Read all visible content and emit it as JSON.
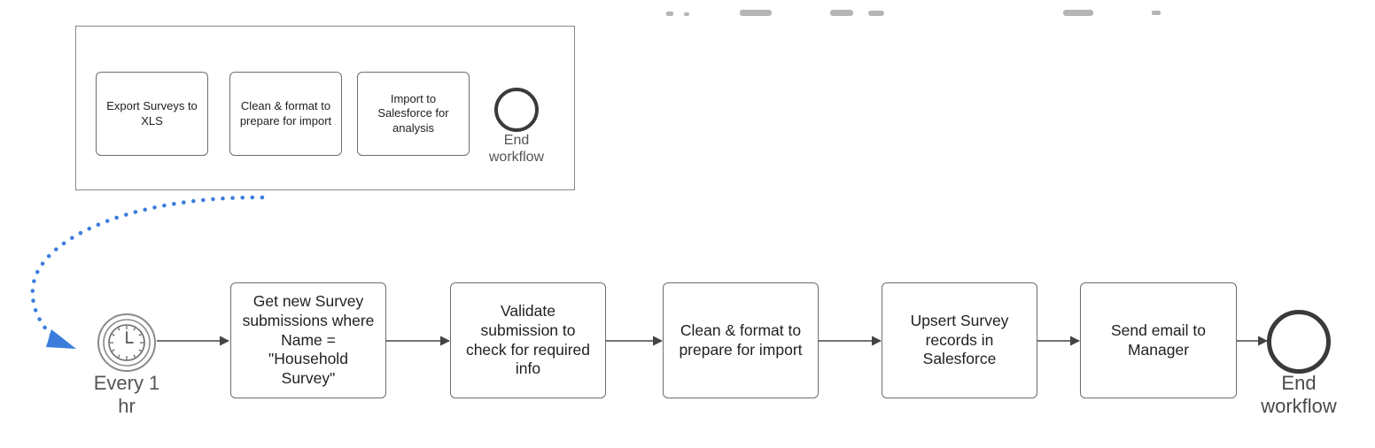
{
  "diagram": {
    "inset_flow": {
      "steps": [
        {
          "label": "Export Surveys to XLS"
        },
        {
          "label": "Clean & format to prepare for import"
        },
        {
          "label": "Import to Salesforce for analysis"
        }
      ],
      "end_event": {
        "label": "End workflow"
      }
    },
    "main_flow": {
      "start_event": {
        "label": "Every 1 hr",
        "icon": "clock-icon"
      },
      "steps": [
        {
          "label": "Get new Survey submissions where Name = \"Household Survey\""
        },
        {
          "label": "Validate submission to check for required info"
        },
        {
          "label": "Clean & format to prepare for import"
        },
        {
          "label": "Upsert Survey records in Salesforce"
        },
        {
          "label": "Send email to Manager"
        }
      ],
      "end_event": {
        "label": "End workflow"
      }
    },
    "colors": {
      "connector": "#444444",
      "node_border": "#6e6e6e",
      "frame_border": "#8a8a8a",
      "dotted_link": "#3b7ddd"
    }
  }
}
